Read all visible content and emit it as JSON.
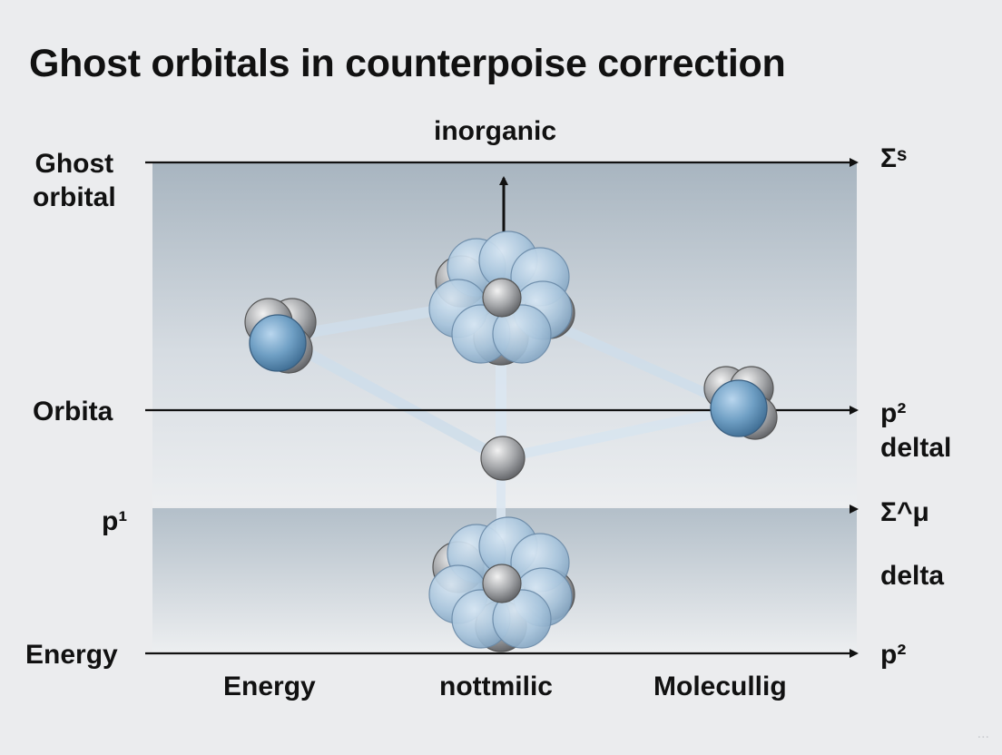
{
  "title": "Ghost orbitals in counterpoise correction",
  "top_label": "inorganic",
  "left_labels": {
    "ghost_orbital": "Ghost\norbital",
    "orbita": "Orbita",
    "p1": "p¹",
    "energy": "Energy"
  },
  "right_labels": {
    "sigma_s": "Σˢ",
    "p2_delta": "p²\ndeltal",
    "sigma_mu": "Σ^μ",
    "delta": "delta",
    "p2": "p²"
  },
  "bottom_labels": {
    "energy": "Energy",
    "nottmilic": "nottmilic",
    "molecullig": "Molecullig"
  },
  "watermark": "...",
  "colors": {
    "panel_top": "#a9b6c1",
    "panel_bottom": "#e9ecef",
    "atom_blue": "#6f9fc4",
    "atom_gray": "#8e9093"
  }
}
